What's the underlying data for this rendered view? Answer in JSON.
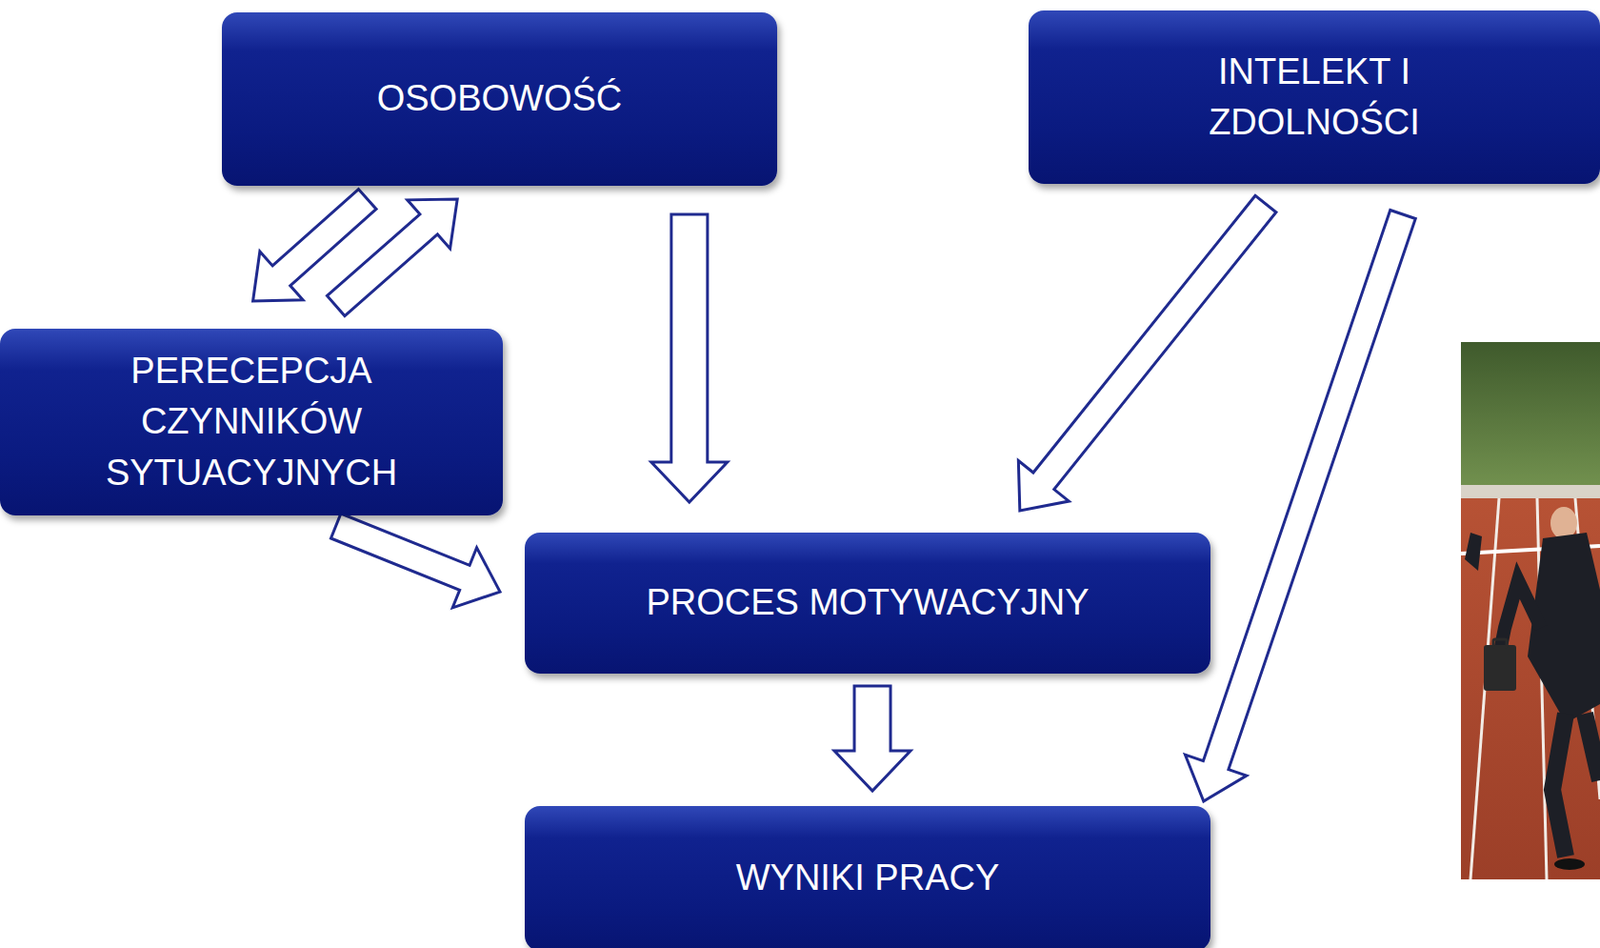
{
  "diagram": {
    "nodes": [
      {
        "text": [
          "OSOBOWOŚĆ"
        ]
      },
      {
        "text": [
          "INTELEKT I ZDOLNOŚCI"
        ]
      },
      {
        "text": [
          "PERECEPCJA CZYNNIKÓW SYTUACYJNYCH"
        ]
      },
      {
        "text": [
          "PROCES MOTYWACYJNY"
        ]
      },
      {
        "text": [
          "WYNIKI PRACY"
        ]
      }
    ],
    "edges": [
      {
        "from": 0,
        "to": 2,
        "arrow": "to"
      },
      {
        "from": 2,
        "to": 0,
        "arrow": "to"
      },
      {
        "from": 0,
        "to": 3,
        "arrow": "to"
      },
      {
        "from": 1,
        "to": 3,
        "arrow": "to"
      },
      {
        "from": 1,
        "to": 4,
        "arrow": "to"
      },
      {
        "from": 2,
        "to": 3,
        "arrow": "to"
      },
      {
        "from": 3,
        "to": 4,
        "arrow": "to"
      }
    ]
  }
}
